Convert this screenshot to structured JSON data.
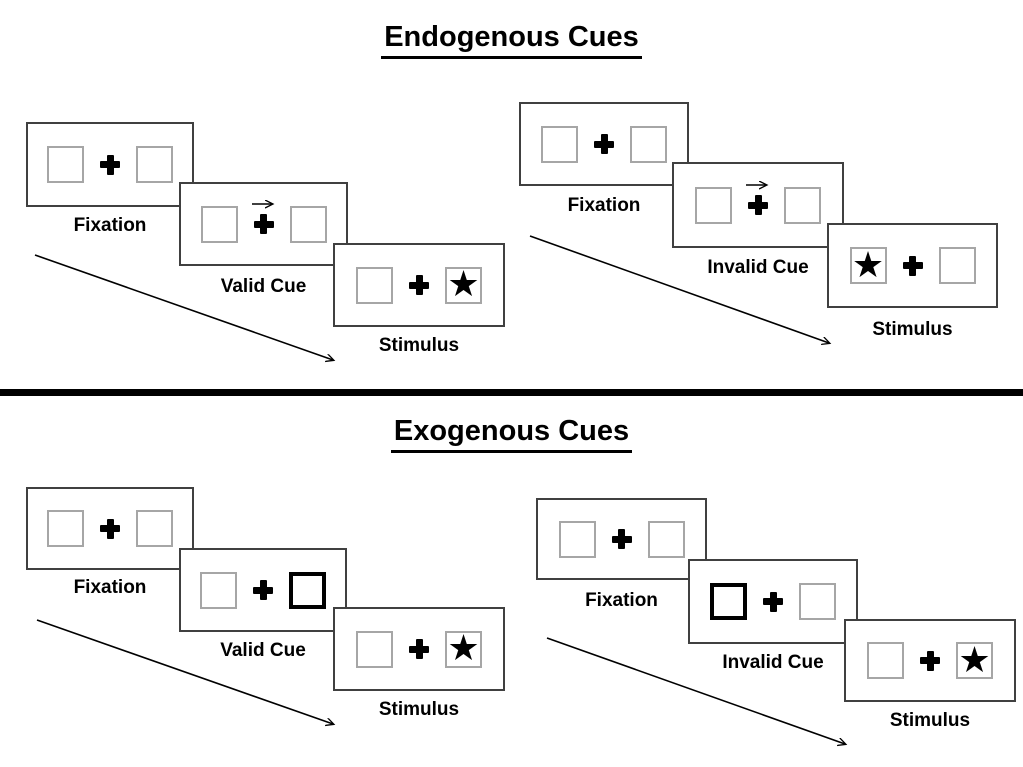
{
  "glyphs": {
    "star": "★"
  },
  "colors": {
    "background": "#ffffff",
    "panel_border": "#404040",
    "placeholder_square_border": "#a6a6a6",
    "ink": "#000000"
  },
  "endogenous": {
    "title": "Endogenous Cues",
    "valid": {
      "fixation_label": "Fixation",
      "cue_label": "Valid Cue",
      "cue_type": "central-arrow-right",
      "stimulus_label": "Stimulus",
      "stimulus_side": "right"
    },
    "invalid": {
      "fixation_label": "Fixation",
      "cue_label": "Invalid Cue",
      "cue_type": "central-arrow-right",
      "stimulus_label": "Stimulus",
      "stimulus_side": "left"
    }
  },
  "exogenous": {
    "title": "Exogenous Cues",
    "valid": {
      "fixation_label": "Fixation",
      "cue_label": "Valid Cue",
      "cue_type": "peripheral-bold-box-right",
      "stimulus_label": "Stimulus",
      "stimulus_side": "right"
    },
    "invalid": {
      "fixation_label": "Fixation",
      "cue_label": "Invalid Cue",
      "cue_type": "peripheral-bold-box-left",
      "stimulus_label": "Stimulus",
      "stimulus_side": "right"
    }
  }
}
